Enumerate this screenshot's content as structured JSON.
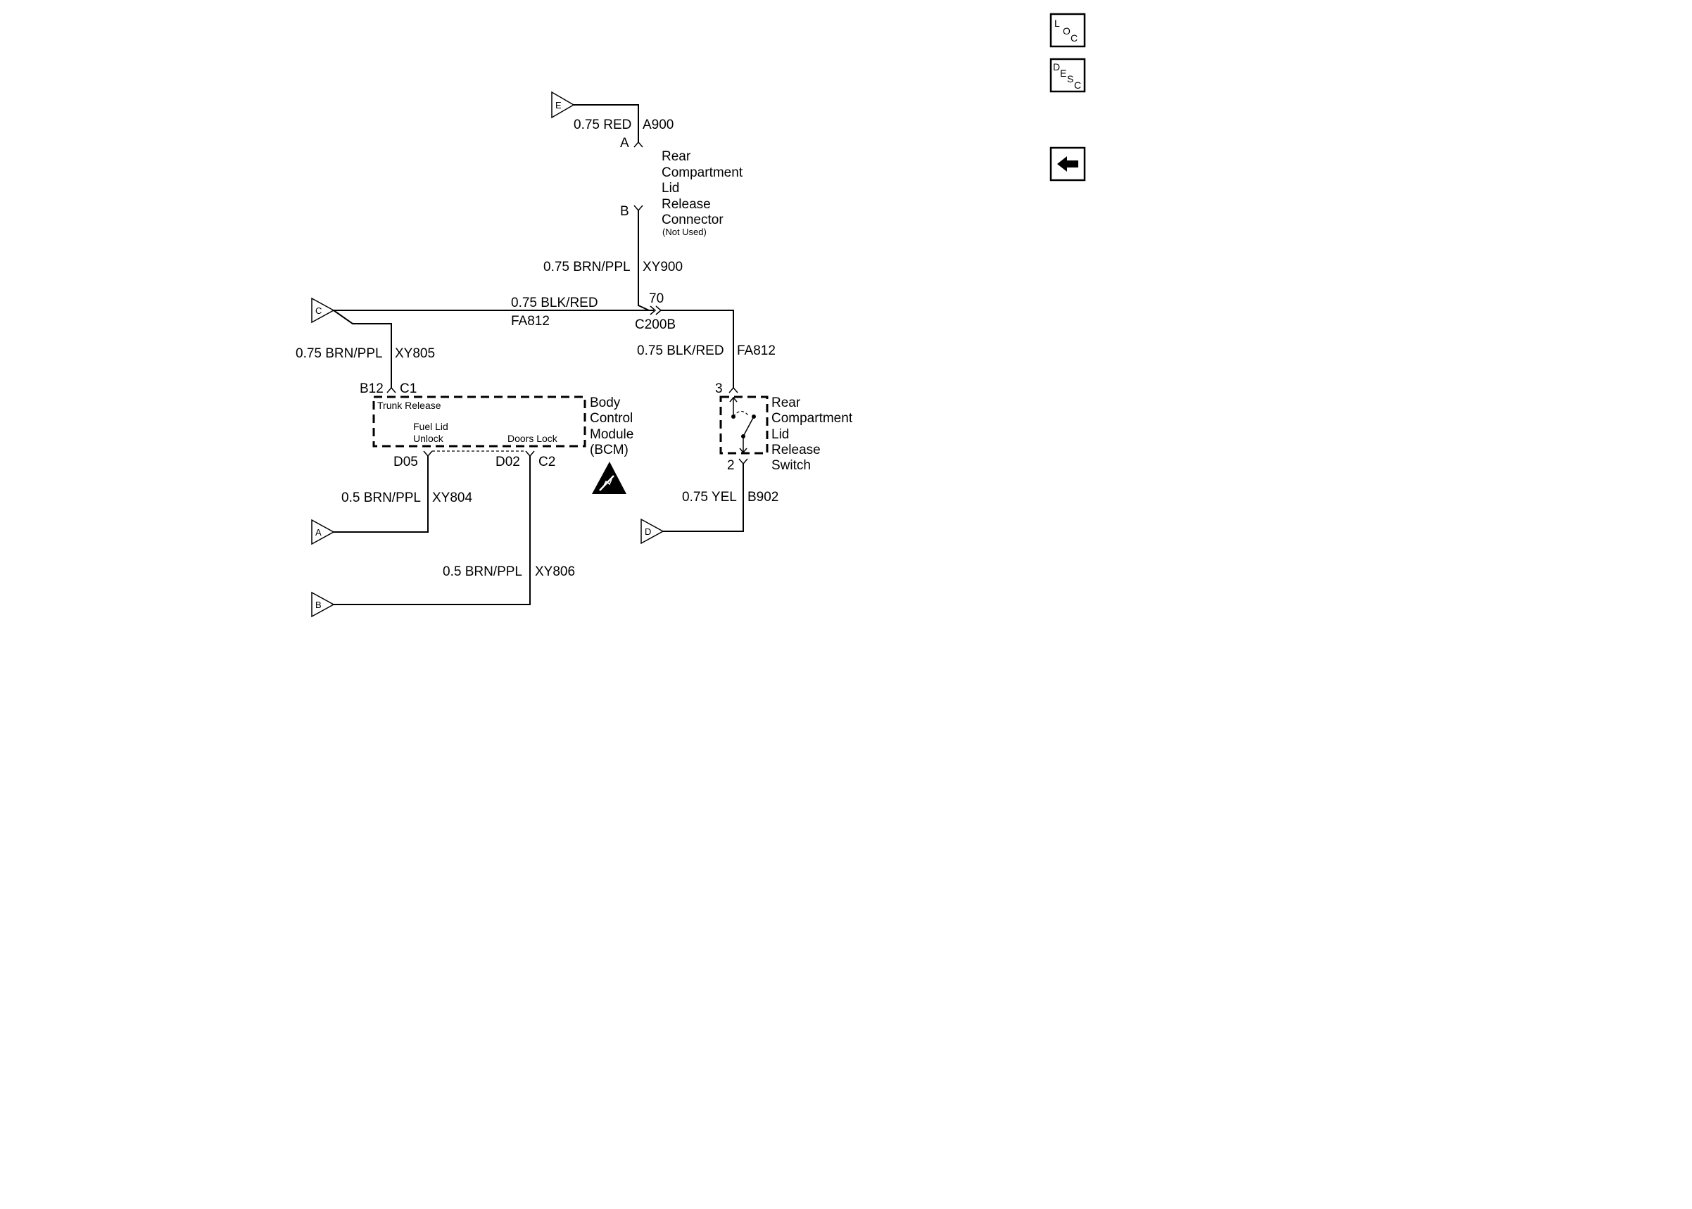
{
  "nav": {
    "loc": [
      "L",
      "O",
      "C"
    ],
    "desc": [
      "D",
      "E",
      "S",
      "C"
    ]
  },
  "offpage": {
    "E": "E",
    "C": "C",
    "A": "A",
    "B": "B",
    "D": "D"
  },
  "rear_connector": {
    "pin_a": "A",
    "pin_b": "B",
    "name": [
      "Rear",
      "Compartment",
      "Lid",
      "Release",
      "Connector"
    ],
    "note": "(Not Used)"
  },
  "wires": {
    "a900": {
      "gauge": "0.75 RED",
      "id": "A900"
    },
    "xy900": {
      "gauge": "0.75 BRN/PPL",
      "id": "XY900"
    },
    "fa812_main": {
      "gauge": "0.75 BLK/RED",
      "id": "FA812"
    },
    "fa812_switch": {
      "gauge": "0.75 BLK/RED",
      "id": "FA812"
    },
    "xy805": {
      "gauge": "0.75 BRN/PPL",
      "id": "XY805"
    },
    "xy804": {
      "gauge": "0.5 BRN/PPL",
      "id": "XY804"
    },
    "xy806": {
      "gauge": "0.5 BRN/PPL",
      "id": "XY806"
    },
    "b902": {
      "gauge": "0.75 YEL",
      "id": "B902"
    }
  },
  "c200b": {
    "pin": "70",
    "name": "C200B"
  },
  "bcm": {
    "pin_b12": "B12",
    "conn_c1": "C1",
    "trunk_release": "Trunk Release",
    "fuel_lid": [
      "Fuel Lid",
      "Unlock"
    ],
    "doors_lock": "Doors Lock",
    "pin_d05": "D05",
    "pin_d02": "D02",
    "conn_c2": "C2",
    "name": [
      "Body",
      "Control",
      "Module",
      "(BCM)"
    ]
  },
  "switch": {
    "pin_3": "3",
    "pin_2": "2",
    "name": [
      "Rear",
      "Compartment",
      "Lid",
      "Release",
      "Switch"
    ]
  }
}
